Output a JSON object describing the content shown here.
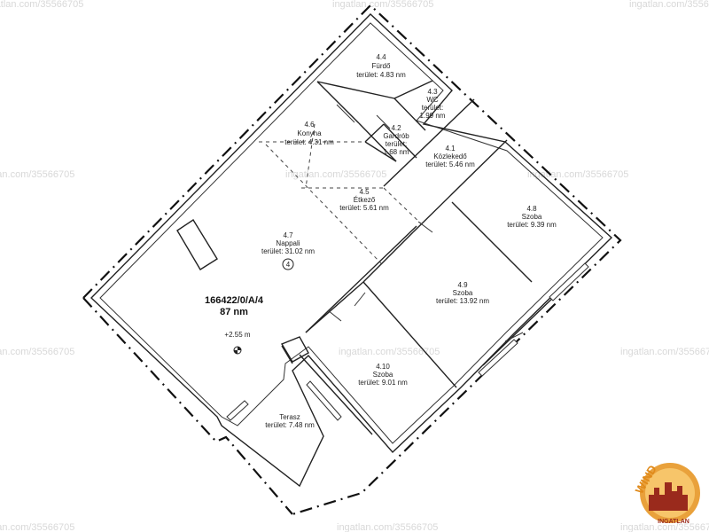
{
  "plan": {
    "id": "166422/0/A/4",
    "area": "87 nm",
    "unit_badge": "4",
    "level": "+2.55 m"
  },
  "rooms": [
    {
      "num": "4.4",
      "name": "Fürdő",
      "area": "terület: 4.83 nm"
    },
    {
      "num": "4.3",
      "name": "WC",
      "area1": "terület:",
      "area2": "1.99 nm"
    },
    {
      "num": "4.2",
      "name": "Gardrób",
      "area1": "terület:",
      "area2": "1.68 nm"
    },
    {
      "num": "4.6",
      "name": "Konyha",
      "area": "terület: 4.31 nm"
    },
    {
      "num": "4.1",
      "name": "Közlekedő",
      "area": "terület: 5.46 nm"
    },
    {
      "num": "4.5",
      "name": "Étkező",
      "area": "terület: 5.61 nm"
    },
    {
      "num": "4.8",
      "name": "Szoba",
      "area": "terület: 9.39 nm"
    },
    {
      "num": "4.7",
      "name": "Nappali",
      "area": "terület: 31.02 nm"
    },
    {
      "num": "4.9",
      "name": "Szoba",
      "area": "terület: 13.92 nm"
    },
    {
      "num": "4.10",
      "name": "Szoba",
      "area": "terület: 9.01 nm"
    },
    {
      "name": "Terasz",
      "area": "terület: 7.48 nm"
    }
  ],
  "watermark": "ingatlan.com/35566705",
  "logo": {
    "top": "WIND",
    "bottom": "INGATLAN"
  }
}
